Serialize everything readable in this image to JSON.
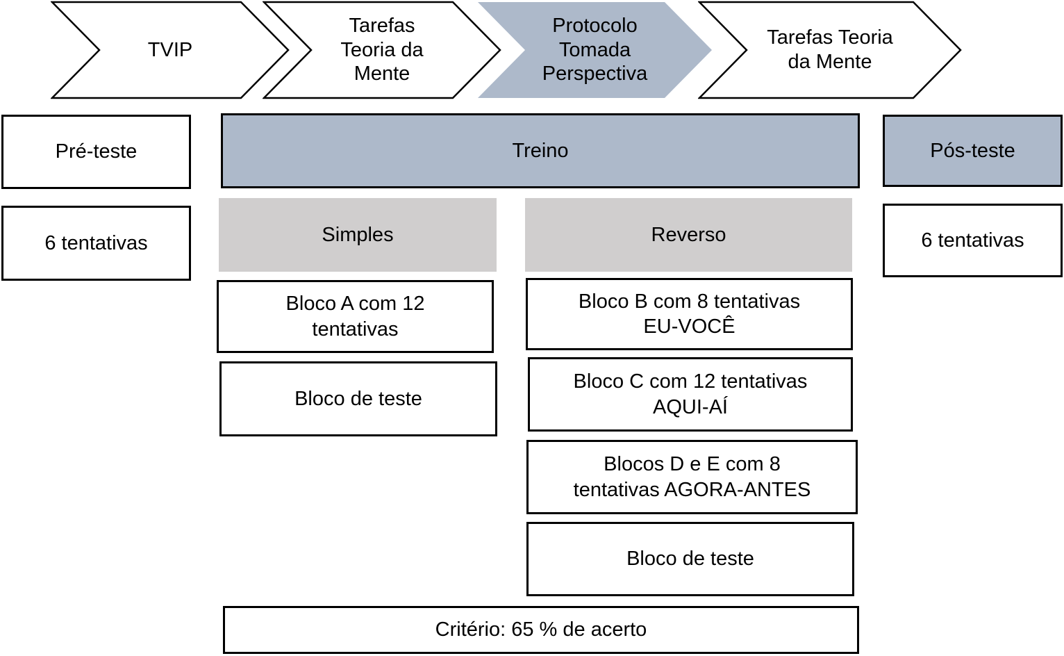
{
  "palette": {
    "highlight_blue": "#adb9ca",
    "header_gray": "#d0cece",
    "outline_black": "#000000",
    "background_white": "#ffffff"
  },
  "flow_steps": [
    {
      "lines": [
        "TVIP"
      ],
      "highlighted": false
    },
    {
      "lines": [
        "Tarefas",
        "Teoria da",
        "Mente"
      ],
      "highlighted": false
    },
    {
      "lines": [
        "Protocolo",
        "Tomada",
        "Perspectiva"
      ],
      "highlighted": true
    },
    {
      "lines": [
        "Tarefas Teoria",
        "da Mente"
      ],
      "highlighted": false
    }
  ],
  "pre_test": {
    "label": "Pré-teste",
    "trials": "6 tentativas"
  },
  "post_test": {
    "label": "Pós-teste",
    "trials": "6 tentativas"
  },
  "training": {
    "label": "Treino",
    "simple": {
      "header": "Simples",
      "blocks": [
        {
          "lines": [
            "Bloco A com 12",
            "tentativas"
          ]
        },
        {
          "lines": [
            "Bloco de teste"
          ]
        }
      ]
    },
    "reverse": {
      "header": "Reverso",
      "blocks": [
        {
          "lines": [
            "Bloco B com 8 tentativas",
            "EU-VOCÊ"
          ]
        },
        {
          "lines": [
            "Bloco C com 12 tentativas",
            "AQUI-AÍ"
          ]
        },
        {
          "lines": [
            "Blocos D e E com 8",
            "tentativas AGORA-ANTES"
          ]
        },
        {
          "lines": [
            "Bloco de teste"
          ]
        }
      ]
    },
    "criterion": "Critério: 65 % de acerto"
  }
}
